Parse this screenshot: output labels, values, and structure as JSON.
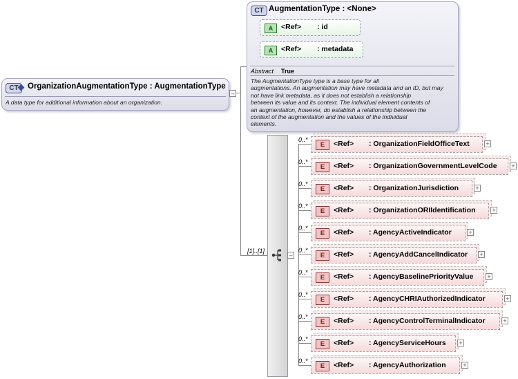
{
  "augmentation_type": {
    "badge": "CT",
    "title": "AugmentationType : <None>",
    "attributes": [
      {
        "badge": "A",
        "ref": "<Ref>",
        "name": ": id"
      },
      {
        "badge": "A",
        "ref": "<Ref>",
        "name": ": metadata"
      }
    ],
    "abstract_label": "Abstract",
    "abstract_value": "True",
    "description_lines": [
      "The AugmentationType type is a base type for all",
      "augmentations. An augmentation may have metadata and an ID, but may",
      "not have link metadata, as it does not establish a relationship",
      "between its value and its context. The individual element contents of",
      "an augmentation, however, do establish a relationship between the",
      "context of the augmentation and the values of the individual",
      "elements."
    ]
  },
  "organization_type": {
    "badge": "CT",
    "title": "OrganizationAugmentationType : AugmentationType",
    "description": "A data type for additional information about an organization."
  },
  "sequence": {
    "multiplicity": "[1]..[1]"
  },
  "elements": [
    {
      "mult": "0..*",
      "badge": "E",
      "ref": "<Ref>",
      "name": ": OrganizationFieldOfficeText"
    },
    {
      "mult": "0..*",
      "badge": "E",
      "ref": "<Ref>",
      "name": ": OrganizationGovernmentLevelCode"
    },
    {
      "mult": "0..*",
      "badge": "E",
      "ref": "<Ref>",
      "name": ": OrganizationJurisdiction"
    },
    {
      "mult": "0..*",
      "badge": "E",
      "ref": "<Ref>",
      "name": ": OrganizationORIIdentification"
    },
    {
      "mult": "0..*",
      "badge": "E",
      "ref": "<Ref>",
      "name": ": AgencyActiveIndicator"
    },
    {
      "mult": "0..*",
      "badge": "E",
      "ref": "<Ref>",
      "name": ": AgencyAddCancelIndicator"
    },
    {
      "mult": "0..*",
      "badge": "E",
      "ref": "<Ref>",
      "name": ": AgencyBaselinePriorityValue"
    },
    {
      "mult": "0..*",
      "badge": "E",
      "ref": "<Ref>",
      "name": ": AgencyCHRIAuthorizedIndicator"
    },
    {
      "mult": "0..*",
      "badge": "E",
      "ref": "<Ref>",
      "name": ": AgencyControlTerminalIndicator"
    },
    {
      "mult": "0..*",
      "badge": "E",
      "ref": "<Ref>",
      "name": ": AgencyServiceHours"
    },
    {
      "mult": "0..*",
      "badge": "E",
      "ref": "<Ref>",
      "name": ": AgencyAuthorization"
    }
  ],
  "expand_symbol": "+"
}
